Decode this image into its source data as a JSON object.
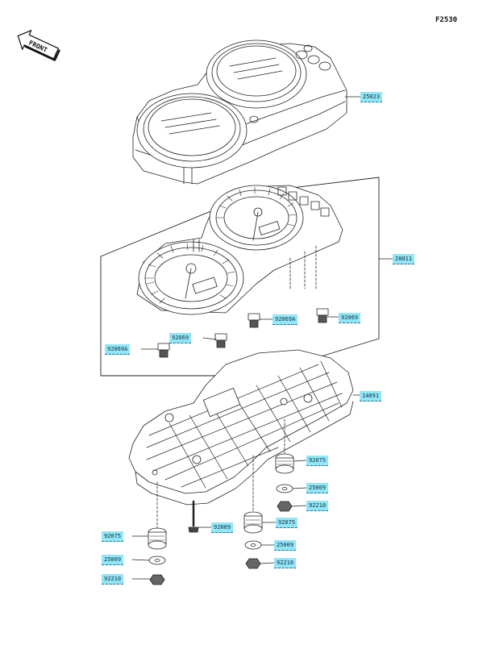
{
  "figure_code": "F2530",
  "front_label": "FRONT",
  "colors": {
    "label_bg": "#8fe7f7",
    "line": "#222222"
  },
  "parts": [
    {
      "id": "p25023",
      "number": "25023",
      "name": "meter-case-cover"
    },
    {
      "id": "p28011",
      "number": "28011",
      "name": "meter-assembly"
    },
    {
      "id": "p92069a1",
      "number": "92069A",
      "name": "bulb-socket"
    },
    {
      "id": "p92069b",
      "number": "92069",
      "name": "bulb-socket"
    },
    {
      "id": "p92069c",
      "number": "92069",
      "name": "bulb-socket"
    },
    {
      "id": "p92069a2",
      "number": "92069A",
      "name": "bulb-socket"
    },
    {
      "id": "p14091",
      "number": "14091",
      "name": "meter-lower-case"
    },
    {
      "id": "p92075a",
      "number": "92075",
      "name": "rubber-damper"
    },
    {
      "id": "p25009a",
      "number": "25009",
      "name": "washer"
    },
    {
      "id": "p92210a",
      "number": "92210",
      "name": "nut"
    },
    {
      "id": "p92009",
      "number": "92009",
      "name": "screw"
    },
    {
      "id": "p92075b",
      "number": "92075",
      "name": "rubber-damper"
    },
    {
      "id": "p25009b",
      "number": "25009",
      "name": "washer"
    },
    {
      "id": "p92210b",
      "number": "92210",
      "name": "nut"
    },
    {
      "id": "p92075c",
      "number": "92075",
      "name": "rubber-damper"
    },
    {
      "id": "p25009c",
      "number": "25009",
      "name": "washer"
    },
    {
      "id": "p92210c",
      "number": "92210",
      "name": "nut"
    }
  ]
}
